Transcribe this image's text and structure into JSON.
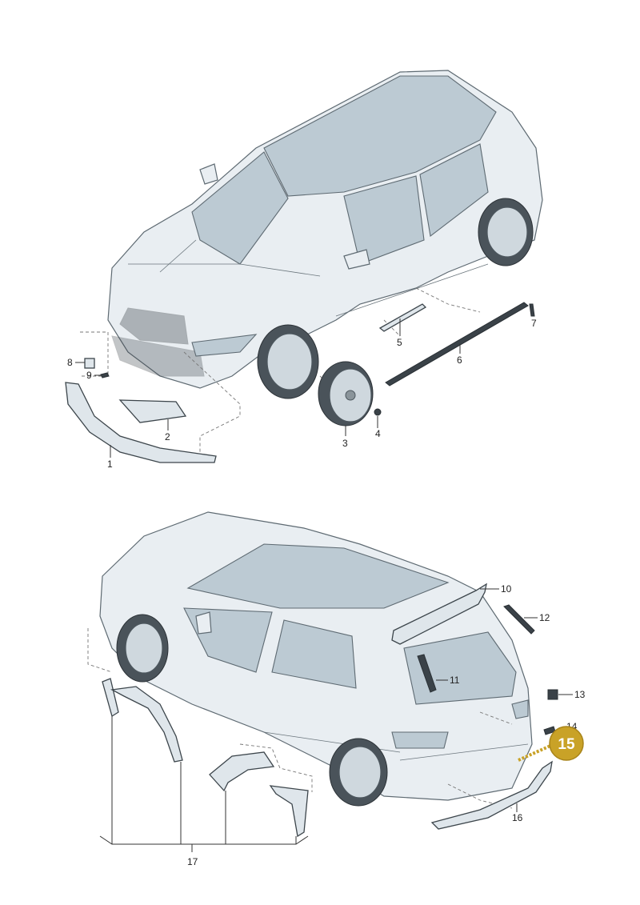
{
  "labels": {
    "p1": "1",
    "p2": "2",
    "p3": "3",
    "p4": "4",
    "p5": "5",
    "p6": "6",
    "p7": "7",
    "p8": "8",
    "p9": "9",
    "p10": "10",
    "p11": "11",
    "p12": "12",
    "p13": "13",
    "p14": "14",
    "p16": "16",
    "p17": "17"
  },
  "highlight": {
    "text": "15",
    "color": "#c9a227"
  }
}
